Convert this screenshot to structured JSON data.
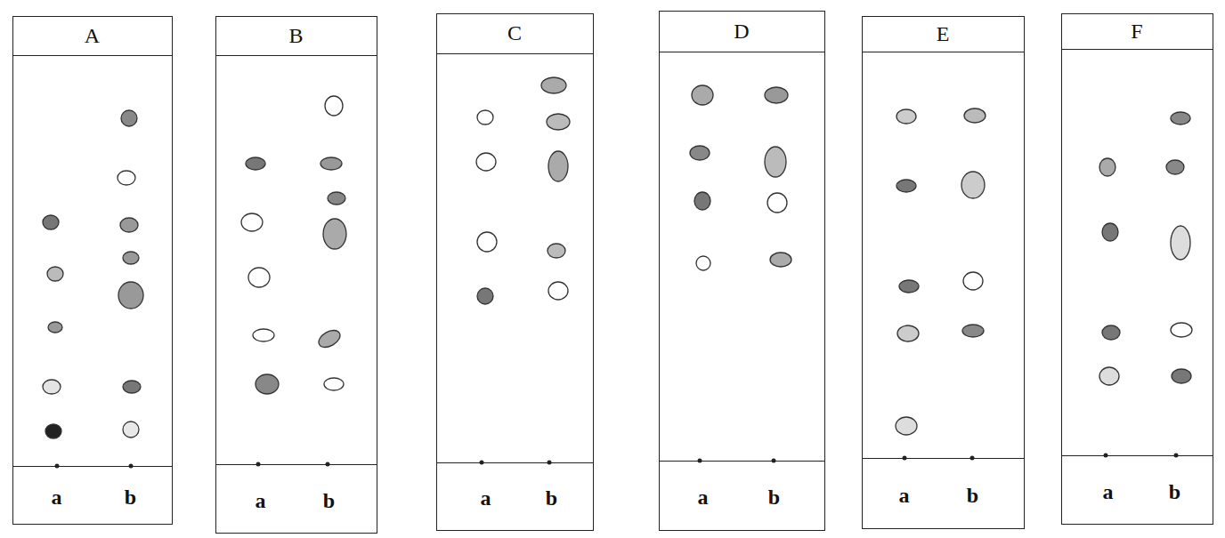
{
  "diagram": {
    "nodes": [
      {
        "text": [
          "A",
          "a",
          "b"
        ]
      },
      {
        "text": [
          "B",
          "a",
          "b"
        ]
      },
      {
        "text": [
          "C",
          "a",
          "b"
        ]
      },
      {
        "text": [
          "D",
          "a",
          "b"
        ]
      },
      {
        "text": [
          "E",
          "a",
          "b"
        ]
      },
      {
        "text": [
          "F",
          "a",
          "b"
        ]
      }
    ]
  }
}
